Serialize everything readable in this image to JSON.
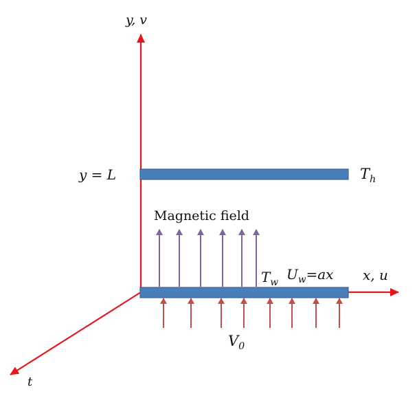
{
  "axes": {
    "y_label": "y, v",
    "x_label": "x, u",
    "t_label": "t"
  },
  "top_plate": {
    "position_label": "y = L",
    "temperature_label": "T",
    "temperature_sub": "h"
  },
  "bottom_plate": {
    "temperature_label": "T",
    "temperature_sub": "w",
    "velocity_label_main": "U",
    "velocity_label_sub": "w",
    "velocity_label_rest": "=ax"
  },
  "magnetic_field_label": "Magnetic field",
  "suction": {
    "label_main": "V",
    "label_sub": "0"
  },
  "colors": {
    "axis": "#e8141c",
    "plate_fill": "#4a7ebb",
    "plate_stroke": "#3a6496",
    "magnetic_arrow": "#8064a2",
    "suction_arrow": "#c0504d"
  }
}
